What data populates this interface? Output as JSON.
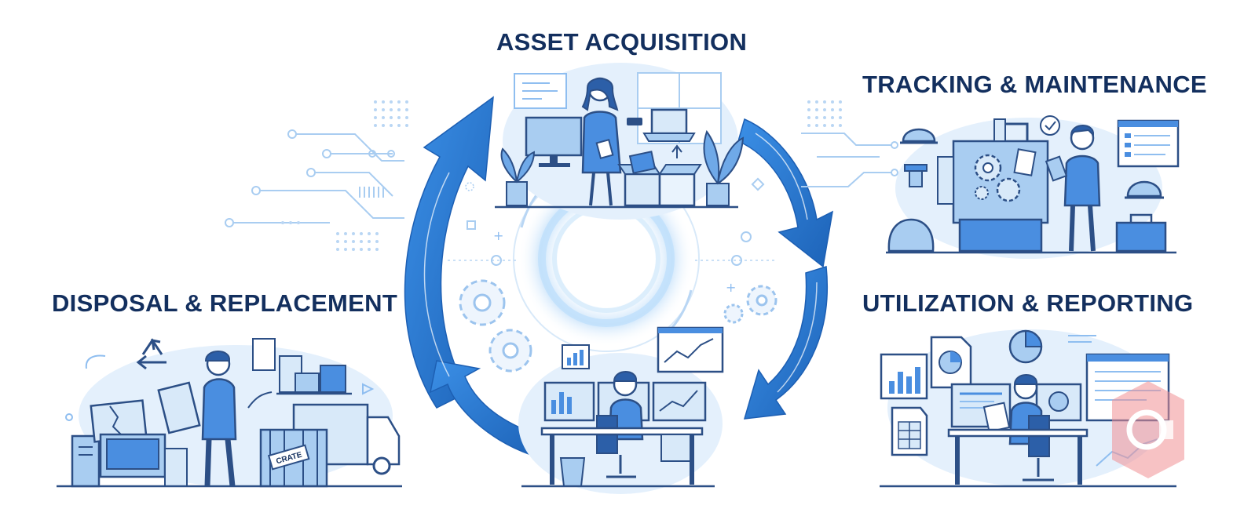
{
  "diagram": {
    "stages": {
      "acquisition": {
        "title": "ASSET ACQUISITION"
      },
      "tracking": {
        "title": "TRACKING & MAINTENANCE"
      },
      "utilization": {
        "title": "UTILIZATION & REPORTING"
      },
      "disposal": {
        "title": "DISPOSAL & REPLACEMENT"
      }
    },
    "illustration_text": {
      "crate_label": "CRATE"
    },
    "flow_direction": "clockwise",
    "colors": {
      "title": "#132f5e",
      "arrow": "#2f7fd8",
      "arrow_dark": "#1d5fb3",
      "line": "#2c4f86",
      "fill_light": "#d8e9f9",
      "fill_mid": "#a9cdf1",
      "glow": "#bfe0fb"
    }
  }
}
